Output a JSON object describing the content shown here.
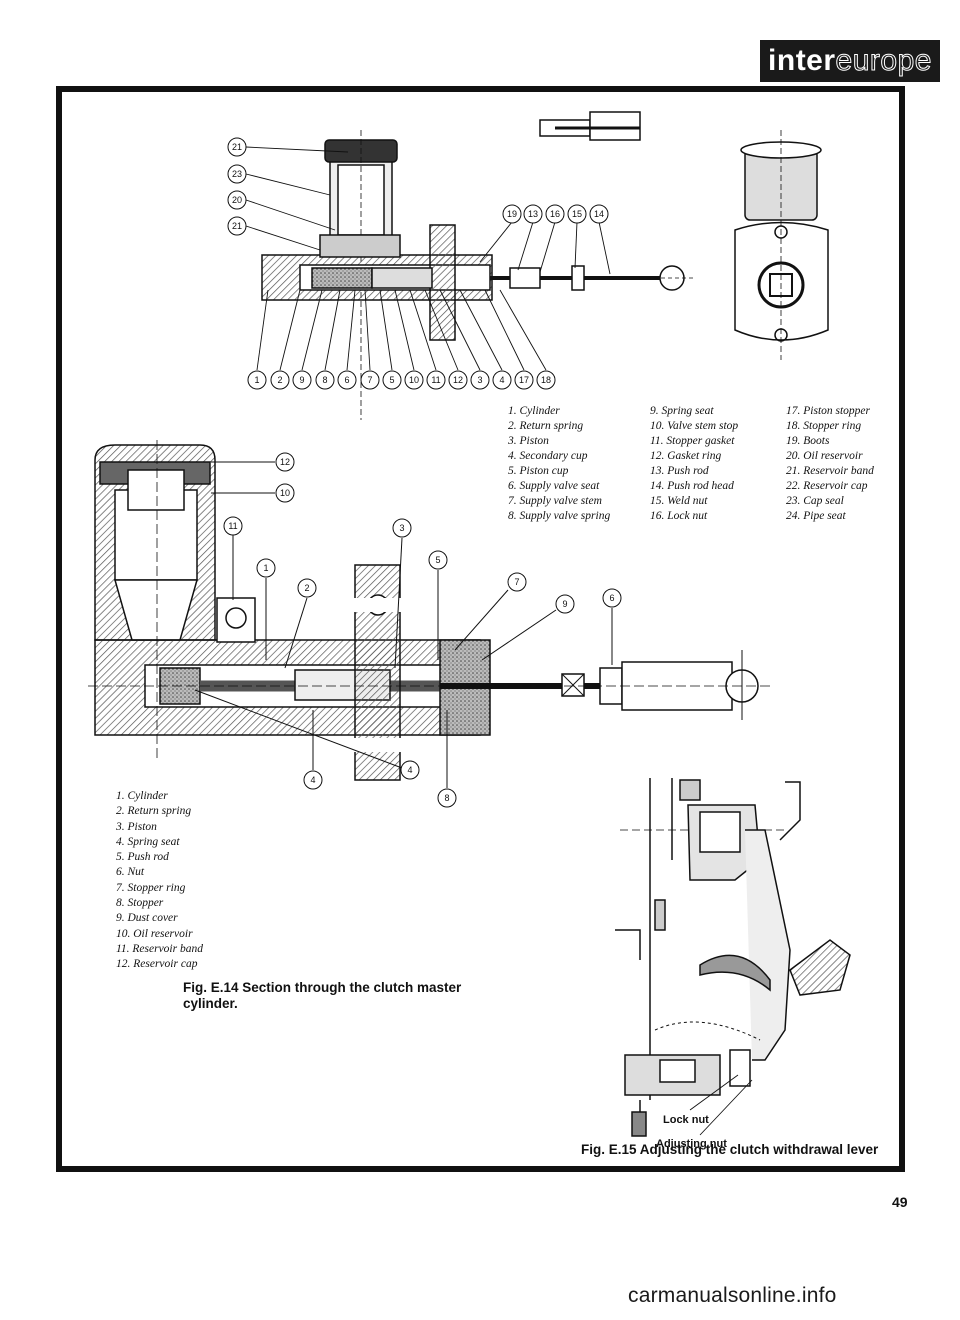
{
  "header": {
    "brand_bold": "inter",
    "brand_outline": "europe"
  },
  "top_legend": {
    "col1": [
      "1. Cylinder",
      "2. Return spring",
      "3. Piston",
      "4. Secondary cup",
      "5. Piston cup",
      "6. Supply valve seat",
      "7. Supply valve stem",
      "8. Supply valve spring"
    ],
    "col2": [
      "9. Spring seat",
      "10. Valve stem stop",
      "11. Stopper gasket",
      "12. Gasket ring",
      "13. Push rod",
      "14. Push rod head",
      "15. Weld nut",
      "16. Lock nut"
    ],
    "col3": [
      "17. Piston stopper",
      "18. Stopper ring",
      "19. Boots",
      "20. Oil reservoir",
      "21. Reservoir band",
      "22. Reservoir cap",
      "23. Cap seal",
      "24. Pipe seat"
    ]
  },
  "top_diagram_callouts": {
    "left_column": [
      "21",
      "23",
      "20",
      "21"
    ],
    "top_row": [
      "19",
      "13",
      "16",
      "15",
      "14"
    ],
    "bottom_row": [
      "1",
      "2",
      "9",
      "8",
      "6",
      "7",
      "5",
      "10",
      "11",
      "12",
      "3",
      "4",
      "17",
      "18"
    ]
  },
  "section_callouts": [
    "12",
    "10",
    "11",
    "1",
    "2",
    "3",
    "5",
    "7",
    "9",
    "6",
    "4",
    "4",
    "8"
  ],
  "bottom_legend": [
    "1. Cylinder",
    "2. Return spring",
    "3. Piston",
    "4. Spring seat",
    "5. Push rod",
    "6. Nut",
    "7. Stopper ring",
    "8. Stopper",
    "9. Dust cover",
    "10. Oil reservoir",
    "11. Reservoir band",
    "12. Reservoir cap"
  ],
  "fig14_caption": "Fig. E.14 Section through the clutch master cylinder.",
  "fig15_labels": {
    "lock_nut": "Lock nut",
    "adjusting_nut": "Adjusting nut"
  },
  "fig15_caption": "Fig. E.15 Adjusting the clutch withdrawal lever",
  "page_number": "49",
  "watermark": "carmanualsonline.info"
}
